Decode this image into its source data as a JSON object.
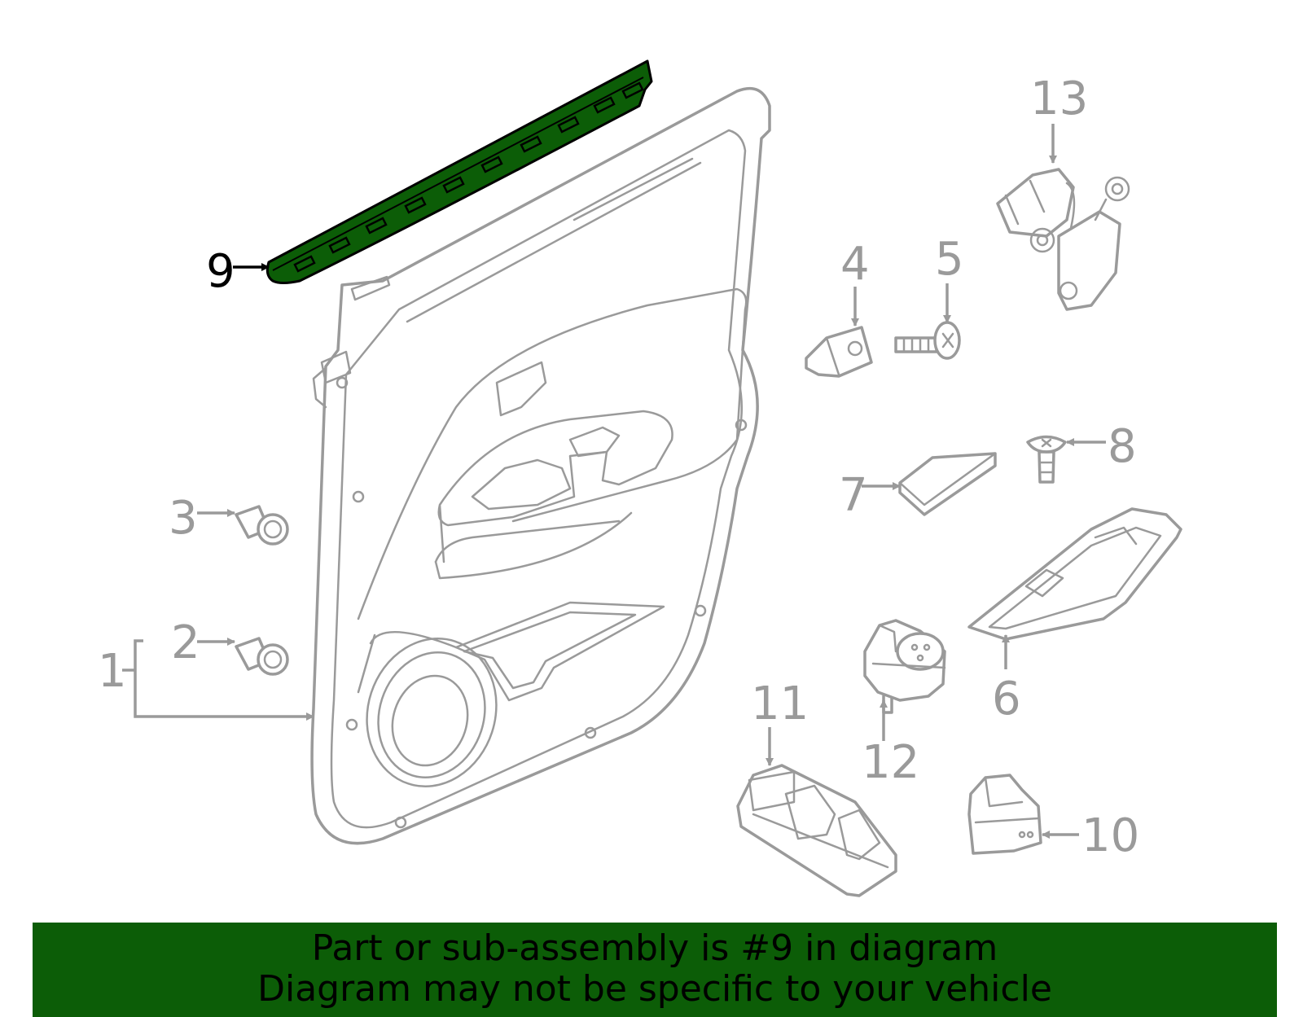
{
  "diagram": {
    "highlight_color": "#0c5d07",
    "line_color": "#9a9a9a",
    "highlighted_part": "9",
    "callouts": {
      "c1": "1",
      "c2": "2",
      "c3": "3",
      "c4": "4",
      "c5": "5",
      "c6": "6",
      "c7": "7",
      "c8": "8",
      "c9": "9",
      "c10": "10",
      "c11": "11",
      "c12": "12",
      "c13": "13"
    }
  },
  "banner": {
    "line1": "Part or sub-assembly is #9 in diagram",
    "line2": "Diagram may not be specific to your vehicle",
    "background": "#0c5d07"
  }
}
